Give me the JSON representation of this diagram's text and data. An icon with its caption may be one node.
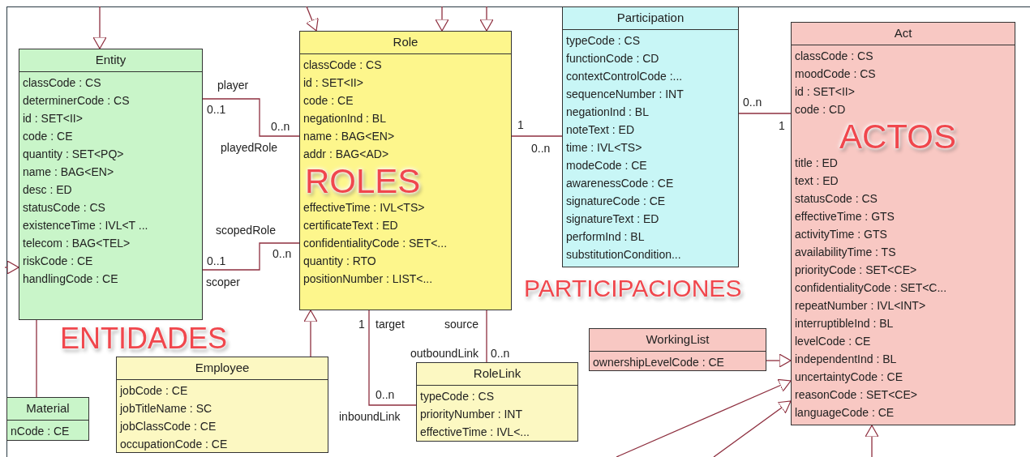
{
  "diagram": {
    "nodes": [
      {
        "text": [
          "Entity",
          "classCode : CS",
          "determinerCode : CS",
          "id : SET<II>",
          "code : CE",
          "quantity : SET<PQ>",
          "name : BAG<EN>",
          "desc : ED",
          "statusCode : CS",
          "existenceTime : IVL<T ...",
          "telecom : BAG<TEL>",
          "riskCode : CE",
          "handlingCode : CE"
        ]
      },
      {
        "text": [
          "Role",
          "classCode : CS",
          "id : SET<II>",
          "code : CE",
          "negationInd : BL",
          "name : BAG<EN>",
          "addr : BAG<AD>",
          "effectiveTime : IVL<TS>",
          "certificateText : ED",
          "confidentialityCode : SET<...",
          "quantity : RTO",
          "positionNumber : LIST<..."
        ]
      },
      {
        "text": [
          "Participation",
          "typeCode : CS",
          "functionCode : CD",
          "contextControlCode :...",
          "sequenceNumber : INT",
          "negationInd : BL",
          "noteText : ED",
          "time : IVL<TS>",
          "modeCode : CE",
          "awarenessCode : CE",
          "signatureCode : CE",
          "signatureText : ED",
          "performInd : BL",
          "substitutionCondition..."
        ]
      },
      {
        "text": [
          "Act",
          "classCode : CS",
          "moodCode : CS",
          "id : SET<II>",
          "code : CD",
          "title : ED",
          "text : ED",
          "statusCode : CS",
          "effectiveTime : GTS",
          "activityTime : GTS",
          "availabilityTime : TS",
          "priorityCode : SET<CE>",
          "confidentialityCode : SET<C...",
          "repeatNumber : IVL<INT>",
          "interruptibleInd : BL",
          "levelCode : CE",
          "independentInd : BL",
          "uncertaintyCode : CE",
          "reasonCode : SET<CE>",
          "languageCode : CE"
        ]
      },
      {
        "text": [
          "Material",
          "nCode : CE"
        ]
      },
      {
        "text": [
          "Employee",
          "jobCode : CE",
          "jobTitleName : SC",
          "jobClassCode : CE",
          "occupationCode : CE"
        ]
      },
      {
        "text": [
          "RoleLink",
          "typeCode : CS",
          "priorityNumber : INT",
          "effectiveTime : IVL<..."
        ]
      },
      {
        "text": [
          "WorkingList",
          "ownershipLevelCode : CE"
        ]
      }
    ],
    "edges": [
      {
        "from": 0,
        "to": 1,
        "arrow": "none"
      },
      {
        "from": 0,
        "to": 1,
        "arrow": "none"
      },
      {
        "from": 1,
        "to": 2,
        "arrow": "none"
      },
      {
        "from": 2,
        "to": 3,
        "arrow": "none"
      },
      {
        "from": 1,
        "to": 6,
        "arrow": "none"
      },
      {
        "from": 1,
        "to": 6,
        "arrow": "none"
      },
      {
        "from": 5,
        "to": 1,
        "arrow": "to"
      },
      {
        "from": 4,
        "to": 0,
        "arrow": "none"
      },
      {
        "from": 7,
        "to": 3,
        "arrow": "to"
      },
      {
        "from": null,
        "to": 3,
        "arrow": "to"
      },
      {
        "from": null,
        "to": 3,
        "arrow": "to"
      },
      {
        "from": null,
        "to": 3,
        "arrow": "to"
      },
      {
        "from": null,
        "to": 0,
        "arrow": "to"
      },
      {
        "from": null,
        "to": 1,
        "arrow": "to"
      },
      {
        "from": null,
        "to": 1,
        "arrow": "to"
      },
      {
        "from": null,
        "to": 1,
        "arrow": "to"
      },
      {
        "from": null,
        "to": 0,
        "arrow": "to"
      }
    ],
    "labels": [
      "player",
      "0..1",
      "0..n",
      "playedRole",
      "1",
      "0..n",
      "0..n",
      "1",
      "ROLES",
      "ACTOS",
      "scopedRole",
      "0..1",
      "0..n",
      "scoper",
      "PARTICIPACIONES",
      "ENTIDADES",
      "1",
      "target",
      "source",
      "outboundLink",
      "0..n",
      "0..n",
      "inboundLink"
    ]
  }
}
